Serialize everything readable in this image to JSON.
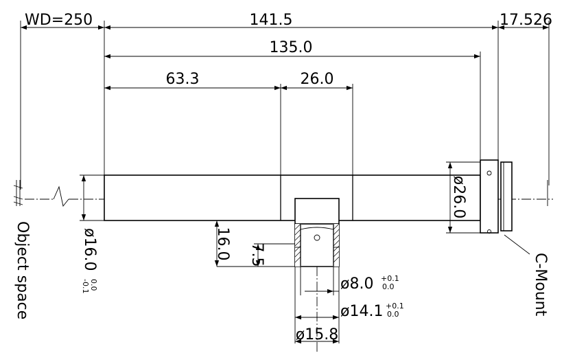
{
  "dimensions": {
    "wd": "WD=250",
    "overall": "141.5",
    "body_length": "135.0",
    "to_port": "63.3",
    "port_width": "26.0",
    "flange": "17.526",
    "port_height": "16.0",
    "port_depth": "7.5",
    "port_d1": "ø8.0",
    "port_d1_upper": "+0.1",
    "port_d1_lower": "0.0",
    "port_d2": "ø14.1",
    "port_d2_upper": "+0.1",
    "port_d2_lower": "0.0",
    "port_d3": "ø15.8",
    "tube_d": "ø26.0",
    "front_d": "ø16.0",
    "front_d_upper": "0.0",
    "front_d_lower": "-0.1"
  },
  "labels": {
    "object_space": "Object space",
    "mount": "C-Mount"
  }
}
